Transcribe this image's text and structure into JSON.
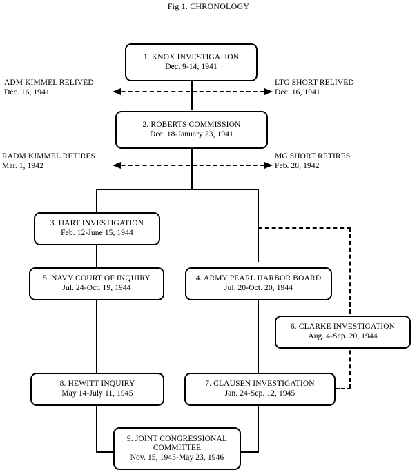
{
  "figure": {
    "title": "Fig 1. CHRONOLOGY"
  },
  "nodes": [
    {
      "id": "knox",
      "line1": "1. KNOX INVESTIGATION",
      "line2": "Dec. 9-14, 1941"
    },
    {
      "id": "roberts",
      "line1": "2. ROBERTS COMMISSION",
      "line2": "Dec. 18-January 23, 1941"
    },
    {
      "id": "hart",
      "line1": "3. HART INVESTIGATION",
      "line2": "Feb. 12-June 15, 1944"
    },
    {
      "id": "navy-court",
      "line1": "5. NAVY COURT OF INQUIRY",
      "line2": "Jul. 24-Oct. 19, 1944"
    },
    {
      "id": "army-board",
      "line1": "4. ARMY PEARL HARBOR BOARD",
      "line2": "Jul. 20-Oct. 20, 1944"
    },
    {
      "id": "clarke",
      "line1": "6. CLARKE INVESTIGATION",
      "line2": "Aug. 4-Sep. 20, 1944"
    },
    {
      "id": "hewitt",
      "line1": "8. HEWITT INQUIRY",
      "line2": "May 14-July 11, 1945"
    },
    {
      "id": "clausen",
      "line1": "7. CLAUSEN INVESTIGATION",
      "line2": "Jan. 24-Sep. 12, 1945"
    },
    {
      "id": "joint-congressional",
      "line1": "9. JOINT CONGRESSIONAL",
      "line2": "COMMITTEE",
      "line3": "Nov. 15, 1945-May 23, 1946"
    }
  ],
  "annotations": [
    {
      "id": "kimmel-relieved",
      "title": "ADM KIMMEL RELIVED",
      "date": "Dec. 16, 1941"
    },
    {
      "id": "short-relieved",
      "title": "LTG SHORT RELIVED",
      "date": "Dec. 16, 1941"
    },
    {
      "id": "kimmel-retires",
      "title": "RADM KIMMEL RETIRES",
      "date": "Mar. 1, 1942"
    },
    {
      "id": "short-retires",
      "title": "MG SHORT RETIRES",
      "date": "Feb. 28, 1942"
    }
  ],
  "colors": {
    "background": "#ffffff",
    "stroke": "#000000",
    "text": "#000000"
  }
}
